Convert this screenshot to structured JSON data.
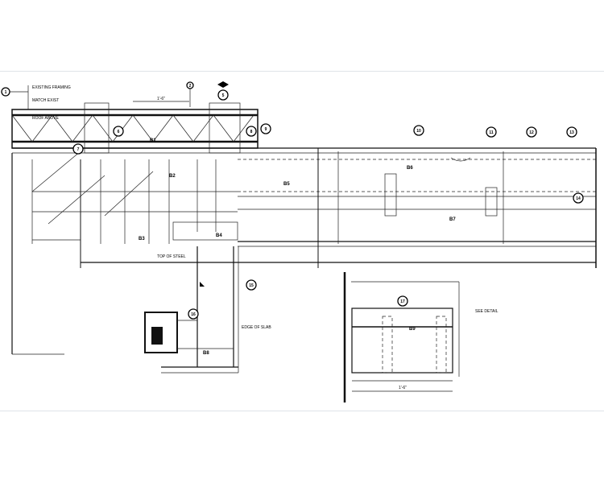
{
  "drawing": {
    "beam_marks": [
      "B1",
      "B2",
      "B3",
      "B4",
      "B5",
      "B6",
      "B7",
      "B8",
      "B9"
    ],
    "callouts": [
      "5",
      "6",
      "7",
      "8",
      "9",
      "10",
      "11",
      "12",
      "13",
      "14",
      "15",
      "16",
      "17"
    ],
    "grid_bubbles": [
      "1",
      "2"
    ],
    "notes": [
      "EXISTING FRAMING",
      "MATCH EXIST",
      "TOP OF STEEL",
      "SEE DETAIL",
      "EDGE OF SLAB",
      "ROOF ABOVE"
    ],
    "dimension_text": "1'-6\""
  },
  "colors": {
    "line": "#111111",
    "background": "#ffffff",
    "page_rule": "#dfe3e8"
  }
}
